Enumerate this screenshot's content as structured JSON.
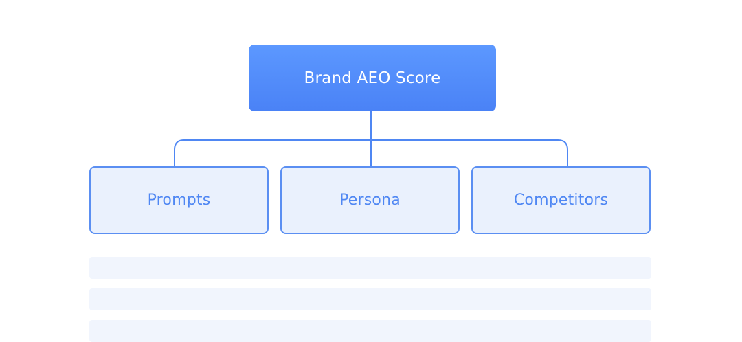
{
  "diagram": {
    "root": {
      "label": "Brand AEO Score"
    },
    "children": [
      {
        "label": "Prompts"
      },
      {
        "label": "Persona"
      },
      {
        "label": "Competitors"
      }
    ]
  },
  "colors": {
    "root_fill_top": "#5c98ff",
    "root_fill_bottom": "#4a82f6",
    "connector": "#4f87f3",
    "child_fill": "#eaf1fd",
    "child_border": "#5b8ff2",
    "child_text": "#4f87f3",
    "placeholder_fill": "#f1f5fd"
  }
}
